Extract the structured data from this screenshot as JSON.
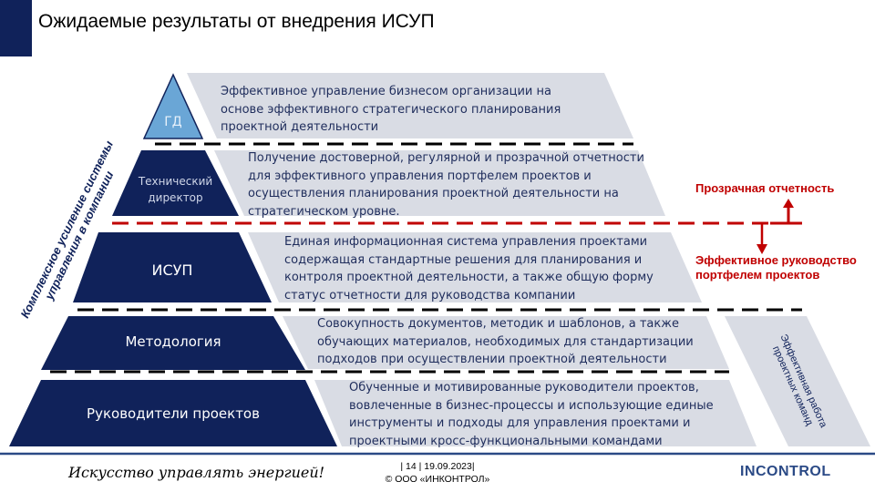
{
  "title": "Ожидаемые результаты от внедрения ИСУП",
  "colors": {
    "navy": "#10225a",
    "light_blue": "#6aa6d6",
    "gray": "#d9dce4",
    "red": "#c00000",
    "text": "#1f2d5c"
  },
  "side_label": [
    "Комплексное усиление системы",
    "управления в компании"
  ],
  "levels": [
    {
      "label": "ГД",
      "desc": [
        "Эффективное управление бизнесом организации на",
        "основе эффективного стратегического планирования",
        "проектной деятельности"
      ]
    },
    {
      "label": [
        "Технический",
        "директор"
      ],
      "desc": [
        "Получение достоверной, регулярной и прозрачной отчетности",
        "для эффективного управления портфелем проектов и",
        "осуществления планирования проектной деятельности на",
        "стратегическом уровне."
      ]
    },
    {
      "label": "ИСУП",
      "desc": [
        "Единая информационная система управления проектами",
        "содержащая стандартные решения для планирования и",
        "контроля проектной деятельности, а также общую форму",
        "статус отчетности для руководства компании"
      ]
    },
    {
      "label": "Методология",
      "desc": [
        "Совокупность документов, методик и шаблонов, а также",
        "обучающих материалов, необходимых для стандартизации",
        "подходов при осуществлении проектной деятельности"
      ]
    },
    {
      "label": "Руководители проектов",
      "desc": [
        "Обученные и мотивированные руководители проектов,",
        "вовлеченные в бизнес-процессы и использующие единые",
        "инструменты и подходы для управления проектами и",
        "проектными кросс-функциональными командами"
      ]
    }
  ],
  "annotations": {
    "up": "Прозрачная отчетность",
    "down": [
      "Эффективное руководство",
      "портфелем проектов"
    ],
    "teams": [
      "Эффективная работа",
      "проектных команд"
    ]
  },
  "footer": {
    "slogan": "Искусство управлять энергией!",
    "page_info": "| 14 | 19.09.2023|",
    "copyright": "© ООО «ИНКОНТРОЛ»",
    "logo": "INCONTROL"
  }
}
